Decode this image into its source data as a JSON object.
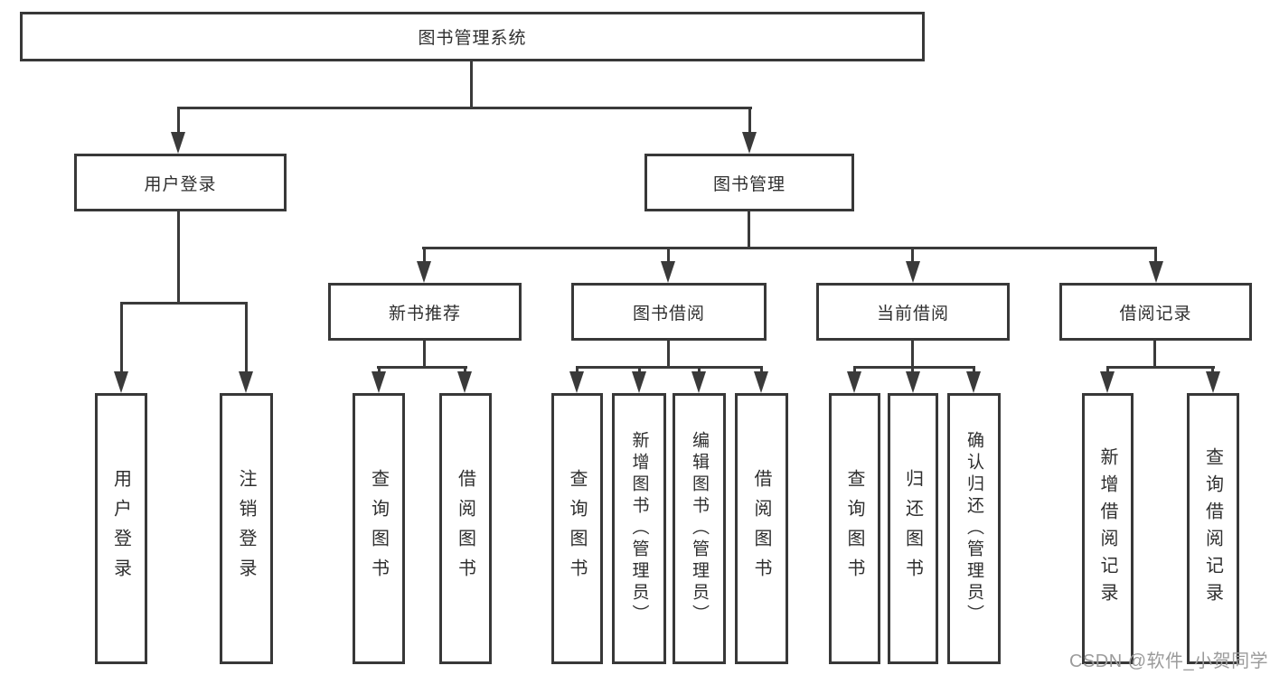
{
  "colors": {
    "line": "#3a3a3a",
    "text": "#2f2f2f",
    "background": "#ffffff",
    "watermark": "#9b9b9b"
  },
  "watermark": {
    "text": "CSDN @软件_小贺同学"
  },
  "tree": {
    "label": "图书管理系统",
    "children": [
      {
        "label": "用户登录",
        "children": [
          {
            "label": "用户登录"
          },
          {
            "label": "注销登录"
          }
        ]
      },
      {
        "label": "图书管理",
        "children": [
          {
            "label": "新书推荐",
            "children": [
              {
                "label": "查询图书"
              },
              {
                "label": "借阅图书"
              }
            ]
          },
          {
            "label": "图书借阅",
            "children": [
              {
                "label": "查询图书"
              },
              {
                "label": "新增图书（管理员）"
              },
              {
                "label": "编辑图书（管理员）"
              },
              {
                "label": "借阅图书"
              }
            ]
          },
          {
            "label": "当前借阅",
            "children": [
              {
                "label": "查询图书"
              },
              {
                "label": "归还图书"
              },
              {
                "label": "确认归还（管理员）"
              }
            ]
          },
          {
            "label": "借阅记录",
            "children": [
              {
                "label": "新增借阅记录"
              },
              {
                "label": "查询借阅记录"
              }
            ]
          }
        ]
      }
    ]
  }
}
